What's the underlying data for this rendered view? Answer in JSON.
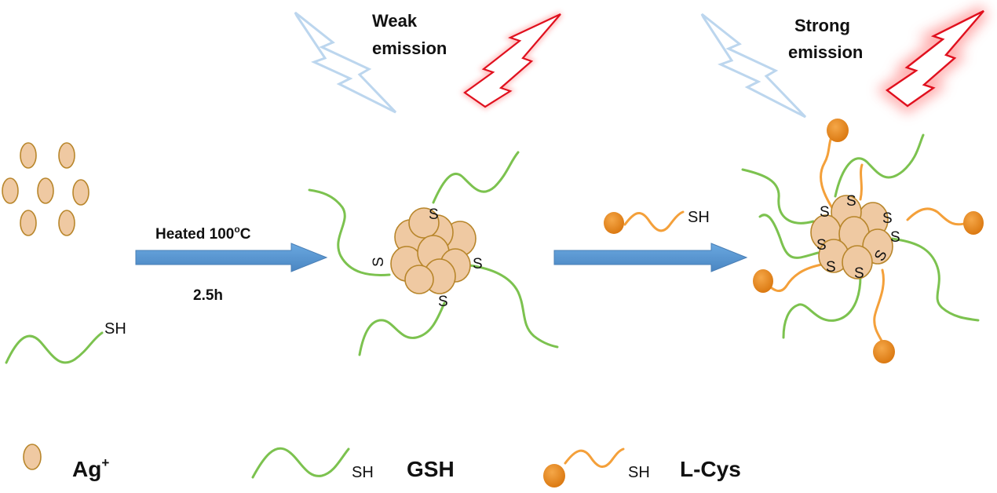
{
  "labels": {
    "weak_line1": "Weak",
    "weak_line2": "emission",
    "strong_line1": "Strong",
    "strong_line2": "emission",
    "heated_main": "Heated 100",
    "heated_sup": "o",
    "heated_unit": "C",
    "time": "2.5h",
    "sh": "SH",
    "s": "S"
  },
  "legend": {
    "ag_main": "Ag",
    "ag_sup": "+",
    "gsh": "GSH",
    "lcys": "L-Cys"
  },
  "colors": {
    "silver_fill": "#efc9a2",
    "silver_stroke": "#b8862b",
    "gsh_line": "#7cc24f",
    "lcys_line": "#f4a03a",
    "lcys_ball": "#e88a1a",
    "arrow": "#5b9bd5",
    "excitation_bolt": "#bcd6ee",
    "emission_bolt": "#e0101e"
  },
  "icons": {
    "excitation": "lightning-bolt-icon",
    "emission": "glowing-lightning-bolt-icon"
  }
}
